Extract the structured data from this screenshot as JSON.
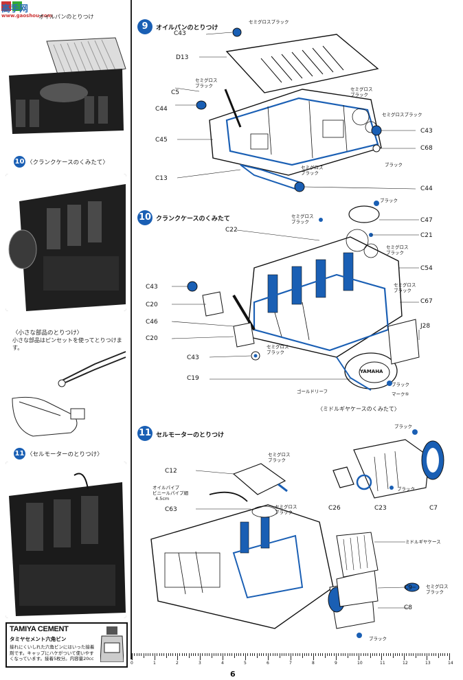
{
  "logo": {
    "site_text": "高手网",
    "site_url": "www.gaoshou.com"
  },
  "left_column": {
    "step9_partial_title": "オイルパンのとりつけ",
    "step10": {
      "number": "10",
      "title": "〈クランクケースのくみたて〉"
    },
    "small_parts": {
      "title": "〈小さな部品のとりつけ〉",
      "text": "小さな部品はピンセットを使ってとりつけます。"
    },
    "step11": {
      "number": "11",
      "title": "〈セルモーターのとりつけ〉"
    },
    "cement": {
      "brand": "TAMIYA CEMENT",
      "sub": "タミヤセメント六角ビン",
      "text": "接れにくいしれた六角ビンにはいった接着剤です。キャップにハケがついて使いやすくなっています。接着5枚分。内容量20cc"
    }
  },
  "step9": {
    "number": "9",
    "title": "オイルパンのとりつけ",
    "parts": [
      "C43",
      "D13",
      "C5",
      "C44",
      "C45",
      "C13",
      "C43",
      "C68",
      "C44"
    ],
    "notes": {
      "semigloss_black": "セミグロスブラック",
      "semigloss": "セミグロス",
      "black": "ブラック"
    }
  },
  "step10": {
    "number": "10",
    "title": "クランクケースのくみたて",
    "parts": [
      "C22",
      "C47",
      "C21",
      "C54",
      "C43",
      "C20",
      "C46",
      "C20",
      "C67",
      "J28",
      "C43",
      "C19"
    ],
    "labels": {
      "gold_leaf": "ゴールドリーフ",
      "mark": "マーク⑤",
      "sub_caption": "〈ミドルギヤケースのくみたて〉",
      "yamaha": "YAMAHA"
    }
  },
  "step11": {
    "number": "11",
    "title": "セルモーターのとりつけ",
    "parts": [
      "C12",
      "C63",
      "C26",
      "C23",
      "C7",
      "C9",
      "C8"
    ],
    "labels": {
      "oil_pipe": "オイルパイプ",
      "vinyl_pipe": "ビニールパイプ細",
      "length": "4.5cm",
      "middle_gear_case": "ミドルギヤケース"
    }
  },
  "footer": {
    "page_number": "6",
    "ruler_numbers": [
      "0",
      "1",
      "2",
      "3",
      "4",
      "5",
      "6",
      "7",
      "8",
      "9",
      "10",
      "11",
      "12",
      "13",
      "14"
    ]
  },
  "colors": {
    "accent": "#1a5fb4",
    "ink": "#111111"
  }
}
